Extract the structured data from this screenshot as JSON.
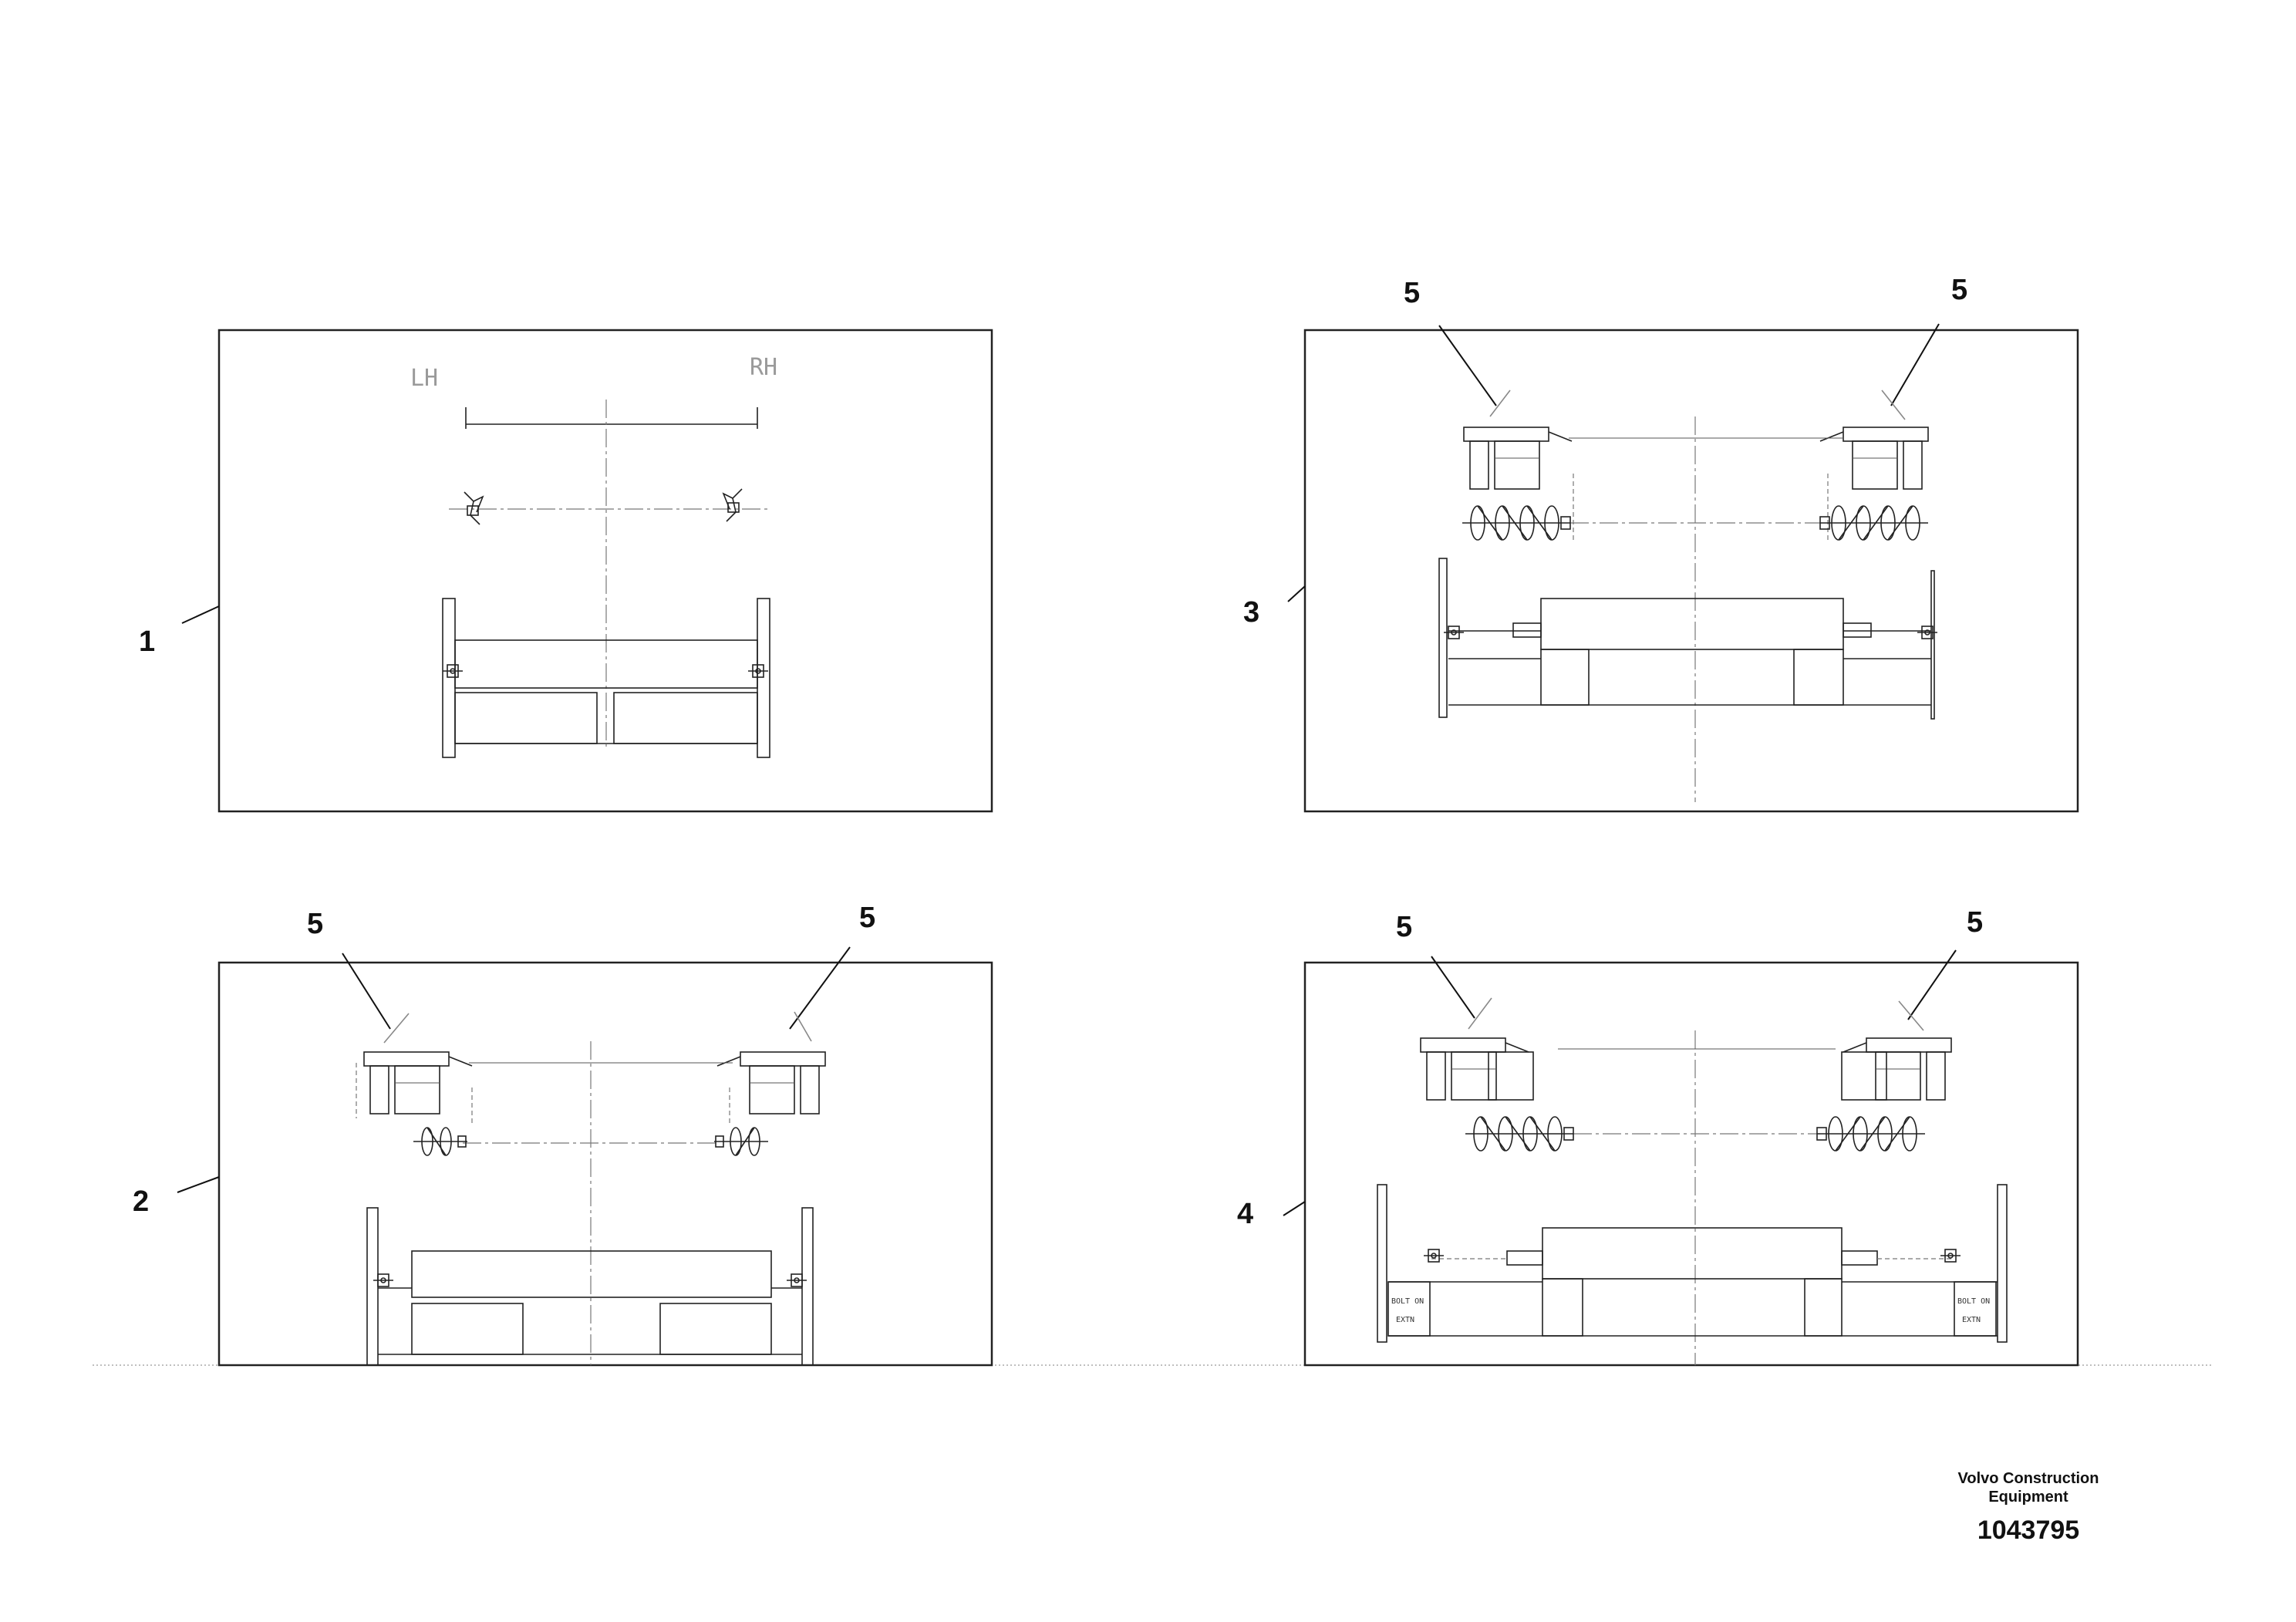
{
  "figure": {
    "panels": [
      {
        "id": "panel-1",
        "callout": "1",
        "side_labels": [
          "LH",
          "RH"
        ]
      },
      {
        "id": "panel-2",
        "callout": "2",
        "part_callouts": [
          "5",
          "5"
        ]
      },
      {
        "id": "panel-3",
        "callout": "3",
        "part_callouts": [
          "5",
          "5"
        ]
      },
      {
        "id": "panel-4",
        "callout": "4",
        "part_callouts": [
          "5",
          "5"
        ],
        "box_text": [
          "BOLT ON",
          "EXTN"
        ]
      }
    ]
  },
  "footer": {
    "company_line1": "Volvo Construction",
    "company_line2": "Equipment",
    "document_number": "1043795"
  }
}
